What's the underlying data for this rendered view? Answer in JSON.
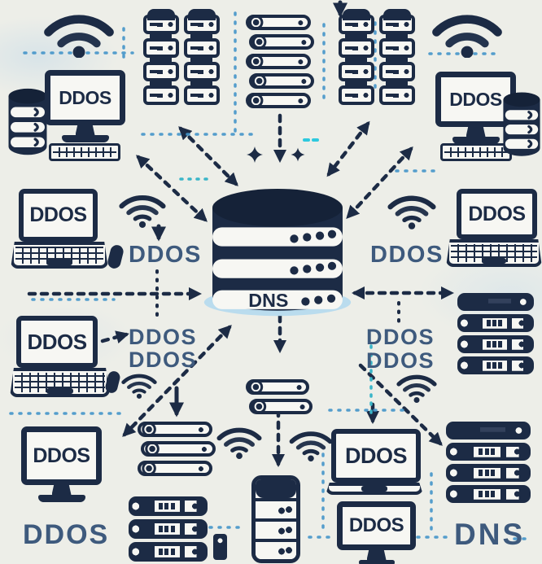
{
  "scene_description": "Illustration of a DDoS botnet: monitors, laptops, wifi nodes and server stacks labeled DDOS surround a central DNS database server, linked by dashed arrows",
  "labels": {
    "ddos": "DDOS",
    "dns": "DNS"
  },
  "colors": {
    "ink_navy": "#1c2b45",
    "panel_white": "#f7f7f3",
    "background": "#edeee8",
    "slate_text": "#3e5a7d",
    "dotted_blue": "#4293c9",
    "dotted_teal": "#3ab5c8",
    "dotted_cyan": "#2ec9de",
    "halo_blue": "#badcee"
  },
  "icons": [
    "wifi-icon",
    "desktop-computer-icon",
    "laptop-icon",
    "keyboard-icon",
    "mouse-icon",
    "usb-dongle-icon",
    "database-cylinder-icon",
    "dns-server-icon",
    "server-rack-icon",
    "pill-server-icon",
    "rack-unit-icon",
    "tower-server-icon",
    "sparkle-icon",
    "dashed-arrow",
    "dotted-line"
  ]
}
